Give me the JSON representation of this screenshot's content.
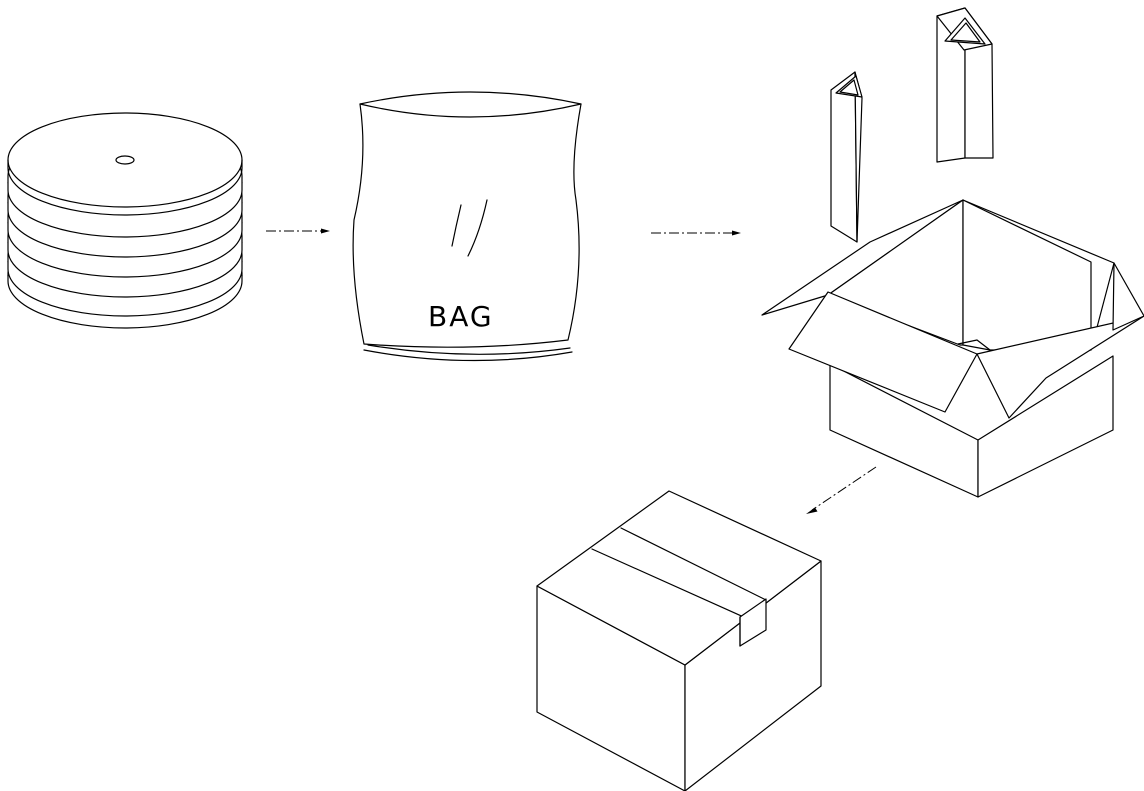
{
  "diagram": {
    "bag_label": "BAG",
    "line_color": "#000000",
    "background": "#ffffff",
    "steps": [
      {
        "name": "disc-stack",
        "icon": "stacked-discs-icon"
      },
      {
        "name": "bag",
        "icon": "bag-icon"
      },
      {
        "name": "open-box-with-corner-guards",
        "icon": "open-box-icon"
      },
      {
        "name": "sealed-box",
        "icon": "taped-box-icon"
      }
    ]
  }
}
